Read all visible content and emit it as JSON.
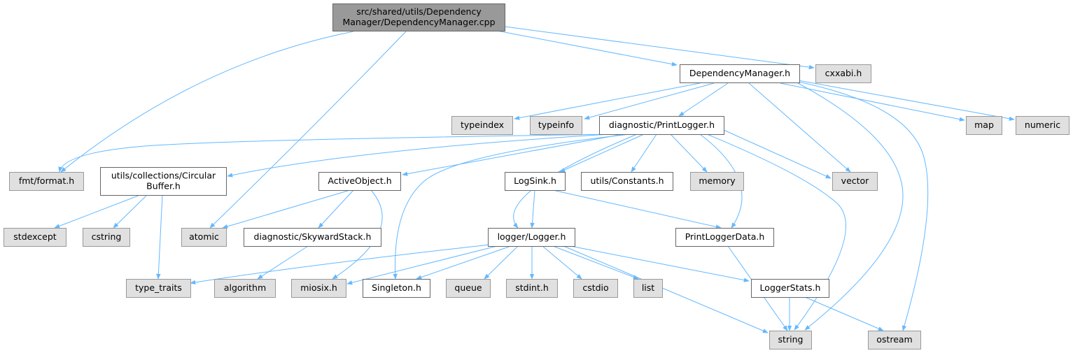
{
  "diagram": {
    "title": "",
    "colors": {
      "edge": "#63b8ff",
      "root_fill": "#999999",
      "root_stroke": "#666666",
      "header_fill": "#ffffff",
      "header_stroke": "#666666",
      "system_fill": "#e0e0e0",
      "system_stroke": "#999999"
    },
    "nodes": [
      {
        "id": "root",
        "kind": "root",
        "lines": [
          "src/shared/utils/Dependency",
          "Manager/DependencyManager.cpp"
        ]
      },
      {
        "id": "depman",
        "kind": "header",
        "lines": [
          "DependencyManager.h"
        ]
      },
      {
        "id": "cxxabi",
        "kind": "system",
        "lines": [
          "cxxabi.h"
        ]
      },
      {
        "id": "typeindex",
        "kind": "system",
        "lines": [
          "typeindex"
        ]
      },
      {
        "id": "typeinfo",
        "kind": "system",
        "lines": [
          "typeinfo"
        ]
      },
      {
        "id": "printlogger",
        "kind": "header",
        "lines": [
          "diagnostic/PrintLogger.h"
        ]
      },
      {
        "id": "map",
        "kind": "system",
        "lines": [
          "map"
        ]
      },
      {
        "id": "numeric",
        "kind": "system",
        "lines": [
          "numeric"
        ]
      },
      {
        "id": "fmt",
        "kind": "system",
        "lines": [
          "fmt/format.h"
        ]
      },
      {
        "id": "circular",
        "kind": "header",
        "lines": [
          "utils/collections/Circular",
          "Buffer.h"
        ]
      },
      {
        "id": "activeobject",
        "kind": "header",
        "lines": [
          "ActiveObject.h"
        ]
      },
      {
        "id": "logsink",
        "kind": "header",
        "lines": [
          "LogSink.h"
        ]
      },
      {
        "id": "constants",
        "kind": "header",
        "lines": [
          "utils/Constants.h"
        ]
      },
      {
        "id": "memory",
        "kind": "system",
        "lines": [
          "memory"
        ]
      },
      {
        "id": "vector",
        "kind": "system",
        "lines": [
          "vector"
        ]
      },
      {
        "id": "stdexcept",
        "kind": "system",
        "lines": [
          "stdexcept"
        ]
      },
      {
        "id": "cstring",
        "kind": "system",
        "lines": [
          "cstring"
        ]
      },
      {
        "id": "atomic",
        "kind": "system",
        "lines": [
          "atomic"
        ]
      },
      {
        "id": "skyward",
        "kind": "header",
        "lines": [
          "diagnostic/SkywardStack.h"
        ]
      },
      {
        "id": "logger",
        "kind": "header",
        "lines": [
          "logger/Logger.h"
        ]
      },
      {
        "id": "printloggerdata",
        "kind": "header",
        "lines": [
          "PrintLoggerData.h"
        ]
      },
      {
        "id": "typetraits",
        "kind": "system",
        "lines": [
          "type_traits"
        ]
      },
      {
        "id": "algorithm",
        "kind": "system",
        "lines": [
          "algorithm"
        ]
      },
      {
        "id": "miosix",
        "kind": "system",
        "lines": [
          "miosix.h"
        ]
      },
      {
        "id": "singleton",
        "kind": "header",
        "lines": [
          "Singleton.h"
        ]
      },
      {
        "id": "queue",
        "kind": "system",
        "lines": [
          "queue"
        ]
      },
      {
        "id": "stdint",
        "kind": "system",
        "lines": [
          "stdint.h"
        ]
      },
      {
        "id": "cstdio",
        "kind": "system",
        "lines": [
          "cstdio"
        ]
      },
      {
        "id": "list",
        "kind": "system",
        "lines": [
          "list"
        ]
      },
      {
        "id": "loggerstats",
        "kind": "header",
        "lines": [
          "LoggerStats.h"
        ]
      },
      {
        "id": "string",
        "kind": "system",
        "lines": [
          "string"
        ]
      },
      {
        "id": "ostream",
        "kind": "system",
        "lines": [
          "ostream"
        ]
      }
    ],
    "edges": [
      [
        "root",
        "depman"
      ],
      [
        "root",
        "cxxabi"
      ],
      [
        "root",
        "fmt"
      ],
      [
        "root",
        "atomic"
      ],
      [
        "depman",
        "typeindex"
      ],
      [
        "depman",
        "typeinfo"
      ],
      [
        "depman",
        "printlogger"
      ],
      [
        "depman",
        "map"
      ],
      [
        "depman",
        "numeric"
      ],
      [
        "depman",
        "vector"
      ],
      [
        "depman",
        "string"
      ],
      [
        "depman",
        "ostream"
      ],
      [
        "printlogger",
        "fmt"
      ],
      [
        "printlogger",
        "circular"
      ],
      [
        "printlogger",
        "activeobject"
      ],
      [
        "printlogger",
        "singleton"
      ],
      [
        "printlogger",
        "logger"
      ],
      [
        "printlogger",
        "logsink"
      ],
      [
        "printlogger",
        "constants"
      ],
      [
        "printlogger",
        "memory"
      ],
      [
        "printlogger",
        "printloggerdata"
      ],
      [
        "printlogger",
        "string"
      ],
      [
        "printlogger",
        "vector"
      ],
      [
        "circular",
        "stdexcept"
      ],
      [
        "circular",
        "cstring"
      ],
      [
        "circular",
        "typetraits"
      ],
      [
        "activeobject",
        "atomic"
      ],
      [
        "activeobject",
        "skyward"
      ],
      [
        "activeobject",
        "miosix"
      ],
      [
        "skyward",
        "algorithm"
      ],
      [
        "logsink",
        "logger"
      ],
      [
        "logsink",
        "printloggerdata"
      ],
      [
        "logger",
        "typetraits"
      ],
      [
        "logger",
        "miosix"
      ],
      [
        "logger",
        "singleton"
      ],
      [
        "logger",
        "queue"
      ],
      [
        "logger",
        "stdint"
      ],
      [
        "logger",
        "cstdio"
      ],
      [
        "logger",
        "list"
      ],
      [
        "logger",
        "loggerstats"
      ],
      [
        "logger",
        "string"
      ],
      [
        "printloggerdata",
        "string"
      ],
      [
        "loggerstats",
        "string"
      ],
      [
        "loggerstats",
        "ostream"
      ]
    ]
  }
}
